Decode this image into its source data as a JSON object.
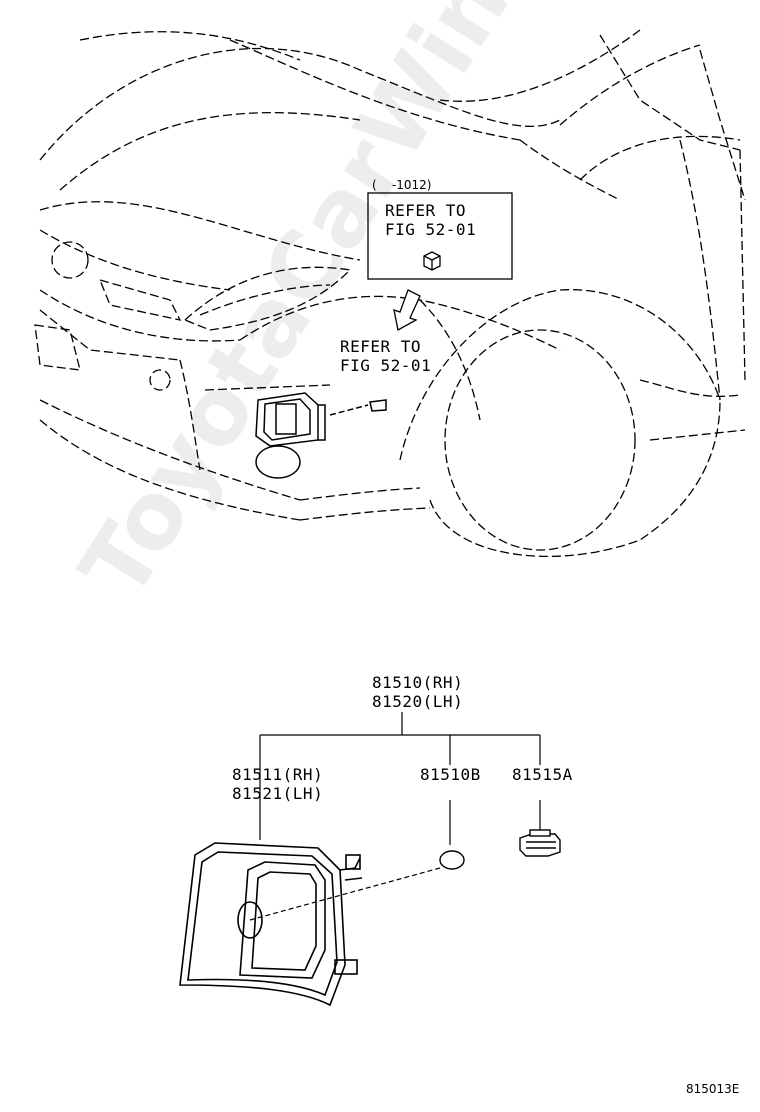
{
  "callout_box": {
    "range": "(    -1012)",
    "refer_line1": "REFER TO",
    "refer_line2": "FIG 52-01"
  },
  "refer_label": {
    "line1": "REFER TO",
    "line2": "FIG 52-01"
  },
  "parts": {
    "assembly_rh": "81510(RH)",
    "assembly_lh": "81520(LH)",
    "lens_rh": "81511(RH)",
    "lens_lh": "81521(LH)",
    "bulb": "81510B",
    "socket": "81515A"
  },
  "figure_code": "815013E",
  "watermark": "ToyotaCarWine.ru",
  "colors": {
    "line": "#000000",
    "background": "#ffffff"
  }
}
